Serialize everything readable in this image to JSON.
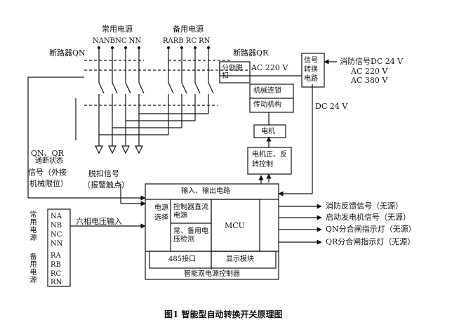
{
  "top": {
    "normal_source": "常用电源",
    "backup_source": "备用电源",
    "normal_phases": "NANBNC NN",
    "backup_phases": "RARB RC RN",
    "breaker_qn": "断路器QN",
    "breaker_qr": "断路器QR"
  },
  "boxes": {
    "shunt_release": "分励脱扣",
    "mech_interlock": "机械连锁",
    "transmission": "传动机构",
    "motor": "电机",
    "motor_ctrl": "电机正、反转控制",
    "signal_converter": "信号转换电路",
    "io_circuit": "输入、输出电路",
    "power_select": "电源选择",
    "dc_supply": "控制器直流电源",
    "voltage_detect": "常、备用电压检测",
    "mcu": "MCU",
    "rs485": "485接口",
    "display": "显示模块",
    "controller": "智能双电源控制器"
  },
  "signals": {
    "ac220_top": "AC 220 V",
    "dc24_mid": "DC 24 V",
    "fire_dc24": "消防信号DC 24 V",
    "fire_ac220": "AC 220 V",
    "fire_ac380": "AC 380 V",
    "qn_qr_state_1": "QN、QR",
    "qn_qr_state_2": "通断状态",
    "qn_qr_state_3": "信号（外接",
    "qn_qr_state_4": "机械限位）",
    "trip_1": "脱扣信号",
    "trip_2": "（报警触点）",
    "six_phase": "六相电压输入",
    "out_fire": "消防反馈信号（无源）",
    "out_gen": "启动发电机信号（无源）",
    "out_qn": "QN分合闸指示灯（无源）",
    "out_qr": "QR分合闸指示灯（无源）"
  },
  "left_panel": {
    "normal_vertical": "常用电源",
    "backup_vertical": "备用电源",
    "normal_phases": [
      "NA",
      "NB",
      "NC",
      "NN"
    ],
    "backup_phases": [
      "RA",
      "RB",
      "RC",
      "RN"
    ]
  },
  "caption": "图1 智能型自动转换开关原理图"
}
